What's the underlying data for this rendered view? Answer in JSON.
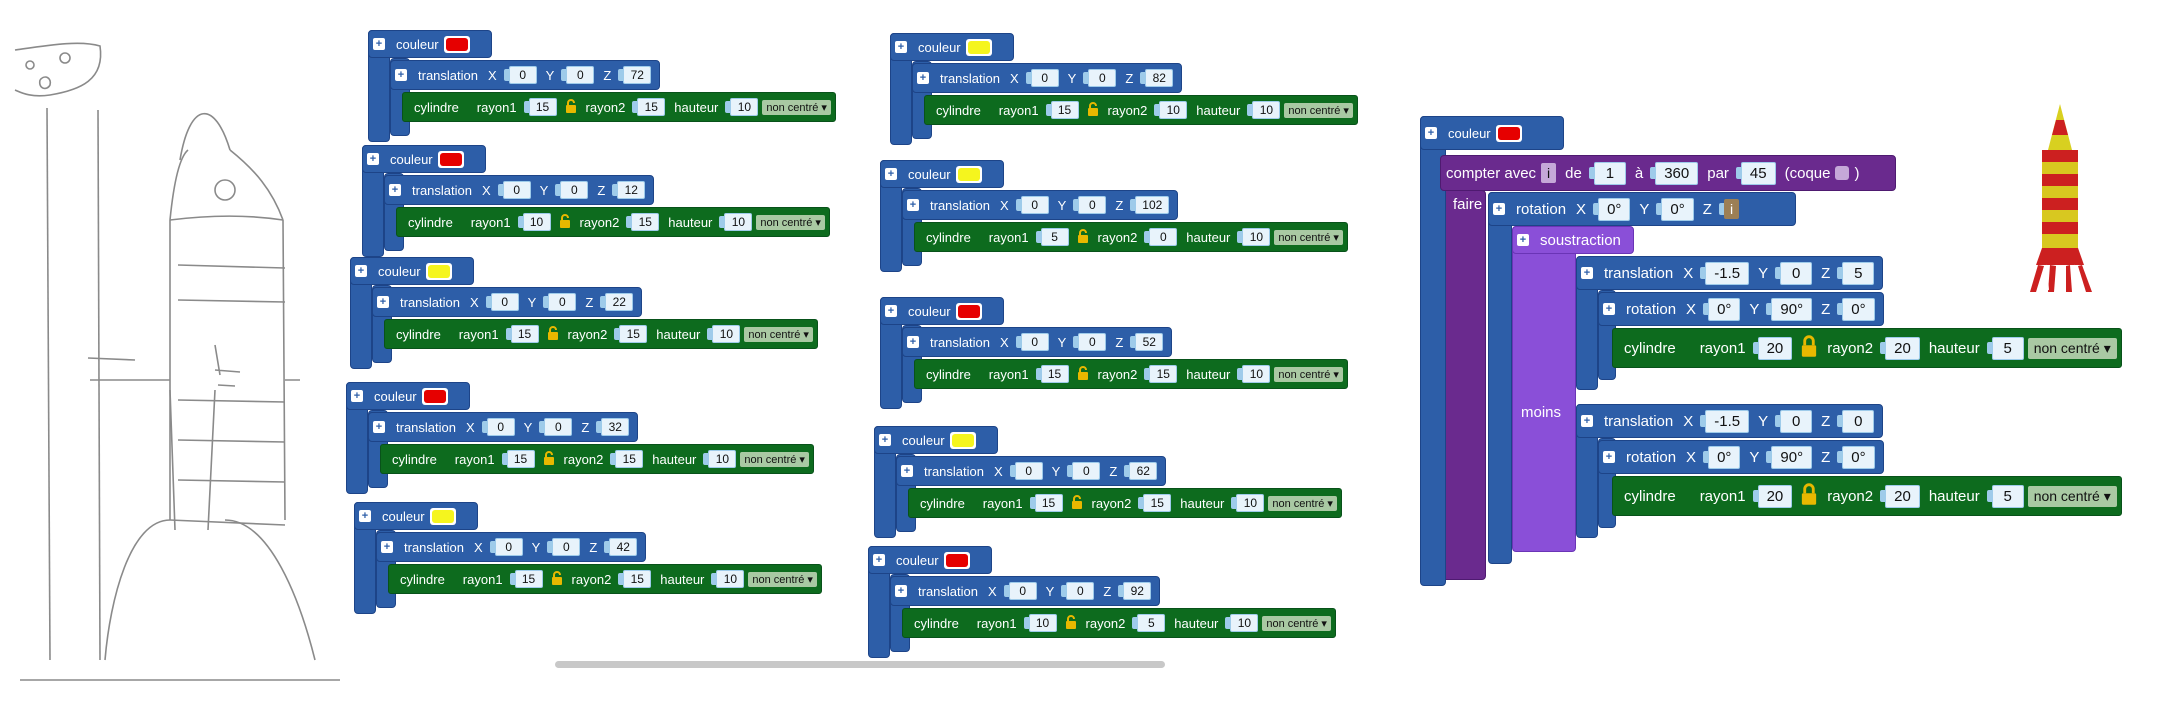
{
  "labels": {
    "couleur": "couleur",
    "translation": "translation",
    "rotation": "rotation",
    "cylindre": "cylindre",
    "rayon1": "rayon1",
    "rayon2": "rayon2",
    "hauteur": "hauteur",
    "X": "X",
    "Y": "Y",
    "Z": "Z",
    "non_centre": "non centré",
    "compter_avec": "compter avec",
    "de": "de",
    "a": "à",
    "par": "par",
    "coque": "(coque",
    "coque_close": ")",
    "faire": "faire",
    "soustraction": "soustraction",
    "moins": "moins",
    "var_i": "i"
  },
  "colors": {
    "red": "#e60000",
    "yellow": "#f5f51e",
    "block_blue": "#2d5ea8",
    "block_green": "#0d6b1e",
    "block_purple": "#6a2a8e",
    "block_violet": "#8a4fd8"
  },
  "stacks": [
    {
      "color": "red",
      "tx": "0",
      "ty": "0",
      "tz": "72",
      "r1": "15",
      "r2": "15",
      "h": "10"
    },
    {
      "color": "red",
      "tx": "0",
      "ty": "0",
      "tz": "12",
      "r1": "10",
      "r2": "15",
      "h": "10"
    },
    {
      "color": "yellow",
      "tx": "0",
      "ty": "0",
      "tz": "22",
      "r1": "15",
      "r2": "15",
      "h": "10"
    },
    {
      "color": "red",
      "tx": "0",
      "ty": "0",
      "tz": "32",
      "r1": "15",
      "r2": "15",
      "h": "10"
    },
    {
      "color": "yellow",
      "tx": "0",
      "ty": "0",
      "tz": "42",
      "r1": "15",
      "r2": "15",
      "h": "10"
    },
    {
      "color": "yellow",
      "tx": "0",
      "ty": "0",
      "tz": "82",
      "r1": "15",
      "r2": "10",
      "h": "10"
    },
    {
      "color": "yellow",
      "tx": "0",
      "ty": "0",
      "tz": "102",
      "r1": "5",
      "r2": "0",
      "h": "10"
    },
    {
      "color": "red",
      "tx": "0",
      "ty": "0",
      "tz": "52",
      "r1": "15",
      "r2": "15",
      "h": "10"
    },
    {
      "color": "yellow",
      "tx": "0",
      "ty": "0",
      "tz": "62",
      "r1": "15",
      "r2": "15",
      "h": "10"
    },
    {
      "color": "red",
      "tx": "0",
      "ty": "0",
      "tz": "92",
      "r1": "10",
      "r2": "5",
      "h": "10"
    }
  ],
  "loop": {
    "color": "red",
    "from": "1",
    "to": "360",
    "step": "45",
    "rotation": {
      "x": "0°",
      "y": "0°"
    },
    "sub1": {
      "tx": "-1.5",
      "ty": "0",
      "tz": "5",
      "rx": "0°",
      "ry": "90°",
      "rz": "0°",
      "r1": "20",
      "r2": "20",
      "h": "5"
    },
    "sub2": {
      "tx": "-1.5",
      "ty": "0",
      "tz": "0",
      "rx": "0°",
      "ry": "90°",
      "rz": "0°",
      "r1": "20",
      "r2": "20",
      "h": "5"
    }
  }
}
